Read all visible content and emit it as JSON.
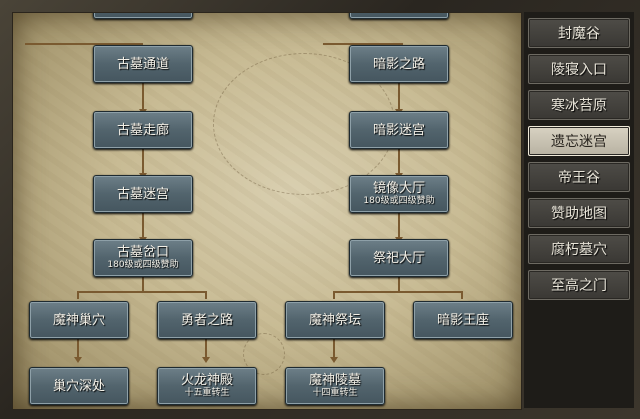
{
  "sidebar": {
    "items": [
      {
        "label": "封魔谷",
        "active": false
      },
      {
        "label": "陵寝入口",
        "active": false
      },
      {
        "label": "寒冰苔原",
        "active": false
      },
      {
        "label": "遗忘迷宫",
        "active": true
      },
      {
        "label": "帝王谷",
        "active": false
      },
      {
        "label": "赞助地图",
        "active": false
      },
      {
        "label": "腐朽墓穴",
        "active": false
      },
      {
        "label": "至高之门",
        "active": false
      }
    ]
  },
  "nodes": {
    "left_tunnel": {
      "title": "古墓通道",
      "sub": ""
    },
    "left_corridor": {
      "title": "古墓走廊",
      "sub": ""
    },
    "left_maze": {
      "title": "古墓迷宫",
      "sub": ""
    },
    "left_fork": {
      "title": "古墓岔口",
      "sub": "180级或四级赞助"
    },
    "demon_nest": {
      "title": "魔神巢穴",
      "sub": ""
    },
    "nest_depth": {
      "title": "巢穴深处",
      "sub": ""
    },
    "hero_road": {
      "title": "勇者之路",
      "sub": ""
    },
    "fire_dragon": {
      "title": "火龙神殿",
      "sub": "十五重转生"
    },
    "shadow_road": {
      "title": "暗影之路",
      "sub": ""
    },
    "shadow_maze": {
      "title": "暗影迷宫",
      "sub": ""
    },
    "mirror_hall": {
      "title": "镜像大厅",
      "sub": "180级或四级赞助"
    },
    "altar_hall": {
      "title": "祭祀大厅",
      "sub": ""
    },
    "demon_altar": {
      "title": "魔神祭坛",
      "sub": ""
    },
    "demon_tomb": {
      "title": "魔神陵墓",
      "sub": "十四重转生"
    },
    "shadow_throne": {
      "title": "暗影王座",
      "sub": ""
    }
  },
  "colors": {
    "line": "#7a5a30",
    "node": "#52646d",
    "active_tab": "#d8d2c2"
  }
}
